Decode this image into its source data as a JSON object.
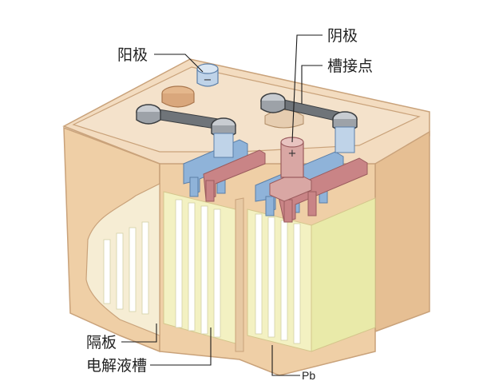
{
  "labels": {
    "anode": "阳极",
    "cathode": "阴极",
    "cell_connector": "槽接点",
    "separator": "隔板",
    "electrolyte_tank": "电解液槽",
    "lead_plate": "Pb"
  },
  "terminal_signs": {
    "negative": "−",
    "positive": "+"
  },
  "icons": {
    "case": "battery-case-icon",
    "terminal_negative": "negative-terminal-icon",
    "terminal_positive": "positive-terminal-icon"
  },
  "colors": {
    "case_outer": "#efcfa6",
    "case_edge": "#c9a27a",
    "case_rim": "#f3dcc0",
    "electrolyte": "#f3f1c2",
    "electrolyte_side": "#e9eaa9",
    "plate_blue": "#8fb3d9",
    "plate_red": "#c98486",
    "strap_metal": "#7d8288",
    "terminal_silver": "#c8ccd1",
    "cap_tan": "#d9a77c"
  }
}
